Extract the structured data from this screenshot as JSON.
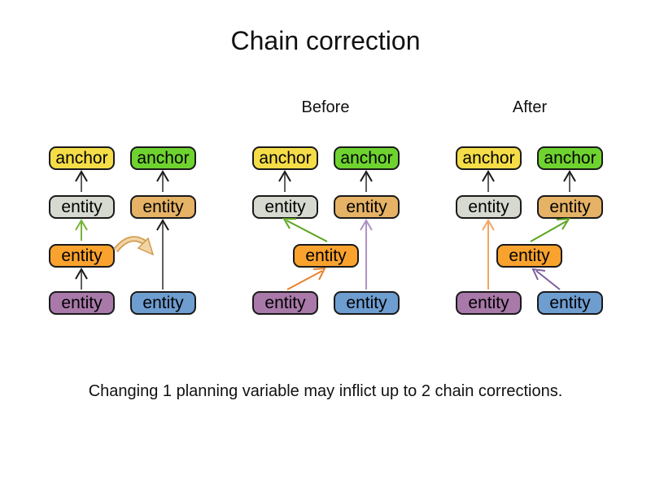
{
  "title": "Chain correction",
  "caption": "Changing 1 planning variable may inflict up to 2 chain corrections.",
  "labels": {
    "before": "Before",
    "after": "After"
  },
  "colors": {
    "anchor_yellow": "#f5dd48",
    "anchor_green": "#6fd32f",
    "entity_grey": "#d6d9d0",
    "entity_tan": "#e5b266",
    "entity_orange": "#f9a22d",
    "entity_purple": "#a879a9",
    "entity_blue": "#6e9dd0",
    "box_border": "#1a1a1a",
    "arrow_black_line": "#5f5f5f",
    "arrow_black_head": "#1a1a1a",
    "arrow_green": "#5ca41e",
    "arrow_green_light": "#76b33a",
    "arrow_orange": "#e8822c",
    "arrow_orange_light": "#f2a664",
    "arrow_purple_light": "#ae92c5",
    "arrow_purple": "#7e5f9d",
    "move_fill": "#f3d5a5",
    "move_stroke": "#cf9b4e"
  },
  "groups": [
    {
      "name": "current",
      "label": "",
      "boxes": [
        {
          "label": "anchor",
          "color": "anchor_yellow"
        },
        {
          "label": "anchor",
          "color": "anchor_green"
        },
        {
          "label": "entity",
          "color": "entity_grey"
        },
        {
          "label": "entity",
          "color": "entity_tan"
        },
        {
          "label": "entity",
          "color": "entity_orange"
        },
        {
          "label": "entity",
          "color": "entity_purple"
        },
        {
          "label": "entity",
          "color": "entity_blue"
        }
      ],
      "arrows": [
        {
          "from": "entity-purple",
          "to": "entity-orange",
          "color": "black"
        },
        {
          "from": "entity-orange",
          "to": "entity-grey",
          "color": "green"
        },
        {
          "from": "entity-grey",
          "to": "anchor-yellow",
          "color": "black"
        },
        {
          "from": "entity-blue",
          "to": "entity-tan",
          "color": "black"
        },
        {
          "from": "entity-tan",
          "to": "anchor-green",
          "color": "black"
        },
        {
          "from": "entity-orange",
          "to": "second-chain",
          "color": "tan",
          "type": "curved-move"
        }
      ]
    },
    {
      "name": "before",
      "label": "Before",
      "boxes": [
        {
          "label": "anchor",
          "color": "anchor_yellow"
        },
        {
          "label": "anchor",
          "color": "anchor_green"
        },
        {
          "label": "entity",
          "color": "entity_grey"
        },
        {
          "label": "entity",
          "color": "entity_tan"
        },
        {
          "label": "entity",
          "color": "entity_orange"
        },
        {
          "label": "entity",
          "color": "entity_purple"
        },
        {
          "label": "entity",
          "color": "entity_blue"
        }
      ],
      "arrows": [
        {
          "from": "entity-grey",
          "to": "anchor-yellow",
          "color": "black"
        },
        {
          "from": "entity-tan",
          "to": "anchor-green",
          "color": "black"
        },
        {
          "from": "entity-orange",
          "to": "entity-grey",
          "color": "green"
        },
        {
          "from": "entity-purple",
          "to": "entity-orange",
          "color": "orange"
        },
        {
          "from": "entity-blue",
          "to": "entity-tan",
          "color": "purple"
        }
      ]
    },
    {
      "name": "after",
      "label": "After",
      "boxes": [
        {
          "label": "anchor",
          "color": "anchor_yellow"
        },
        {
          "label": "anchor",
          "color": "anchor_green"
        },
        {
          "label": "entity",
          "color": "entity_grey"
        },
        {
          "label": "entity",
          "color": "entity_tan"
        },
        {
          "label": "entity",
          "color": "entity_orange"
        },
        {
          "label": "entity",
          "color": "entity_purple"
        },
        {
          "label": "entity",
          "color": "entity_blue"
        }
      ],
      "arrows": [
        {
          "from": "entity-grey",
          "to": "anchor-yellow",
          "color": "black"
        },
        {
          "from": "entity-tan",
          "to": "anchor-green",
          "color": "black"
        },
        {
          "from": "entity-purple",
          "to": "entity-grey",
          "color": "orange"
        },
        {
          "from": "entity-orange",
          "to": "entity-tan",
          "color": "green"
        },
        {
          "from": "entity-blue",
          "to": "entity-orange",
          "color": "purple"
        }
      ]
    }
  ]
}
